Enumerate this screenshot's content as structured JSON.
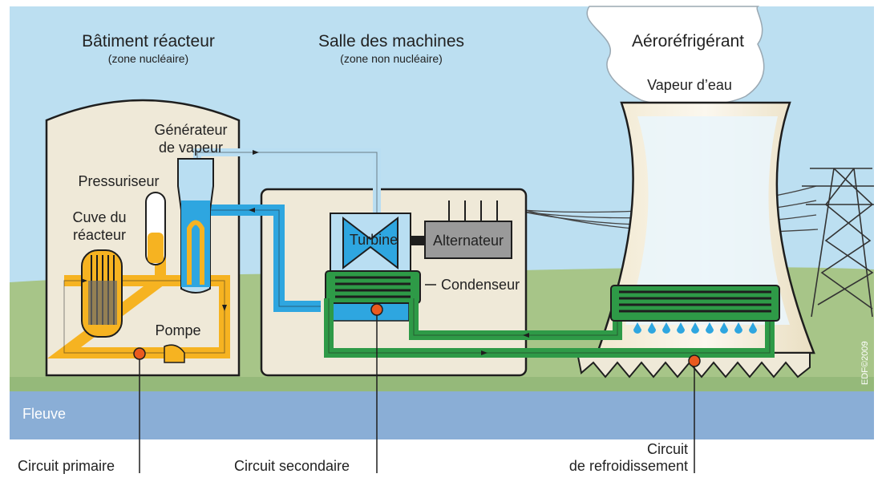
{
  "labels": {
    "reactor_building": "Bâtiment réacteur",
    "reactor_zone": "(zone nucléaire)",
    "machine_hall": "Salle des machines",
    "machine_zone": "(zone non nucléaire)",
    "cooling_tower": "Aéroréfrigérant",
    "water_vapor": "Vapeur d’eau",
    "steam_generator_line1": "Générateur",
    "steam_generator_line2": "de vapeur",
    "pressurizer": "Pressuriseur",
    "reactor_vessel_line1": "Cuve du",
    "reactor_vessel_line2": "réacteur",
    "pump": "Pompe",
    "turbine": "Turbine",
    "alternator": "Alternateur",
    "condenser": "Condenseur",
    "river": "Fleuve",
    "primary_circuit": "Circuit primaire",
    "secondary_circuit": "Circuit secondaire",
    "cooling_circuit_line1": "Circuit",
    "cooling_circuit_line2": "de refroidissement",
    "copyright": "EDF©2009"
  },
  "colors": {
    "sky": "#bcdff1",
    "ground": "#a7c588",
    "river": "#8aaed6",
    "building": "#efe9d8",
    "primary": "#f6b321",
    "secondary_water": "#2ea6e0",
    "steam": "#b9def2",
    "cooling": "#2e9a47",
    "marker": "#ea5a1f"
  }
}
